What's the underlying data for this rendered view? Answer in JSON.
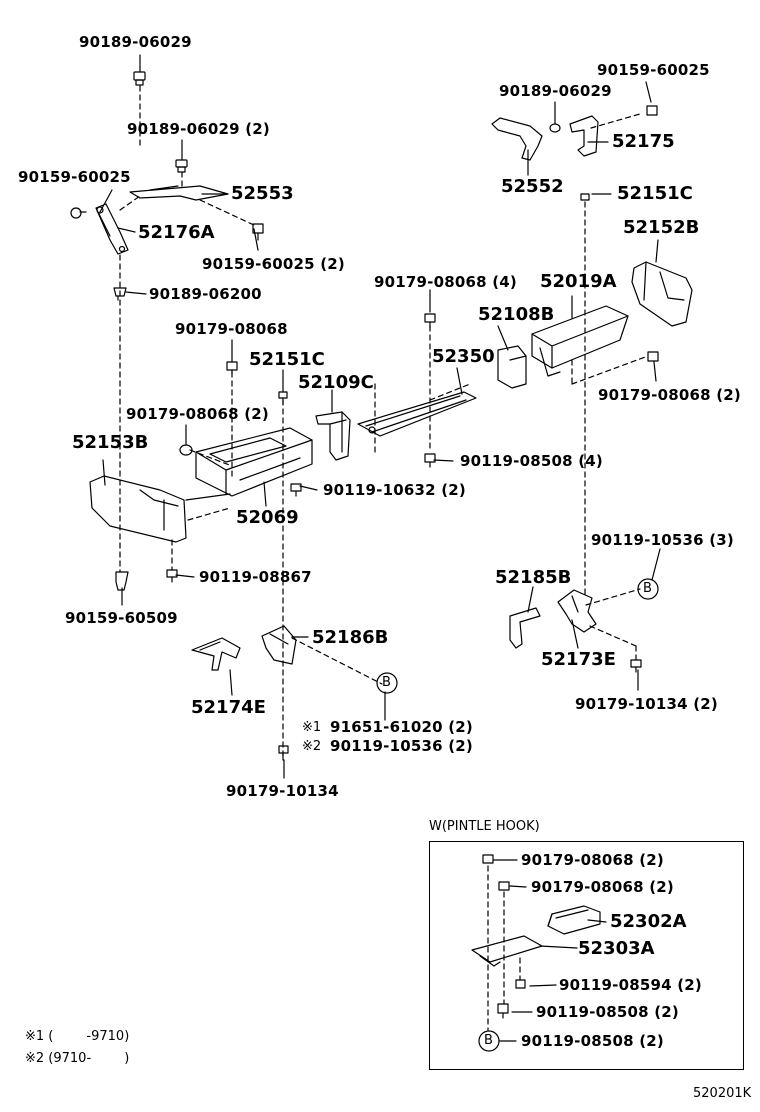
{
  "parts": {
    "p90189_06029_top": "90189-06029",
    "p90189_06029_2": "90189-06029 (2)",
    "p90159_60025_left": "90159-60025",
    "p52553": "52553",
    "p52176A": "52176A",
    "p90159_60025_2": "90159-60025 (2)",
    "p90189_06200": "90189-06200",
    "p90179_08068_left": "90179-08068",
    "p52151C_left": "52151C",
    "p52109C": "52109C",
    "p90179_08068_2_left": "90179-08068 (2)",
    "p52153B": "52153B",
    "p90119_10632_2": "90119-10632 (2)",
    "p52069": "52069",
    "p90119_08867": "90119-08867",
    "p90159_60509": "90159-60509",
    "p52186B": "52186B",
    "p52174E": "52174E",
    "p91651_61020_2": "91651-61020 (2)",
    "p90119_10536_2": "90119-10536 (2)",
    "p90179_10134": "90179-10134",
    "p90159_60025_right": "90159-60025",
    "p90189_06029_right": "90189-06029",
    "p52175": "52175",
    "p52552": "52552",
    "p52151C_right": "52151C",
    "p52152B": "52152B",
    "p90179_08068_4": "90179-08068 (4)",
    "p52019A": "52019A",
    "p52108B": "52108B",
    "p52350": "52350",
    "p90179_08068_2_right": "90179-08068 (2)",
    "p90119_08508_4": "90119-08508 (4)",
    "p90119_10536_3": "90119-10536 (3)",
    "p52185B": "52185B",
    "p52173E": "52173E",
    "p90179_10134_2": "90179-10134 (2)"
  },
  "callouts": {
    "mark1": "※1",
    "mark2": "※2",
    "refB": "B"
  },
  "inset": {
    "title": "W(PINTLE HOOK)",
    "p90179_08068_2a": "90179-08068 (2)",
    "p90179_08068_2b": "90179-08068 (2)",
    "p52302A": "52302A",
    "p52303A": "52303A",
    "p90119_08594_2": "90119-08594 (2)",
    "p90119_08508_2a": "90119-08508 (2)",
    "p90119_08508_2b": "90119-08508 (2)"
  },
  "notes": {
    "note1": "※1 (        -9710)",
    "note2": "※2 (9710-        )"
  },
  "diagram_code": "520201K"
}
